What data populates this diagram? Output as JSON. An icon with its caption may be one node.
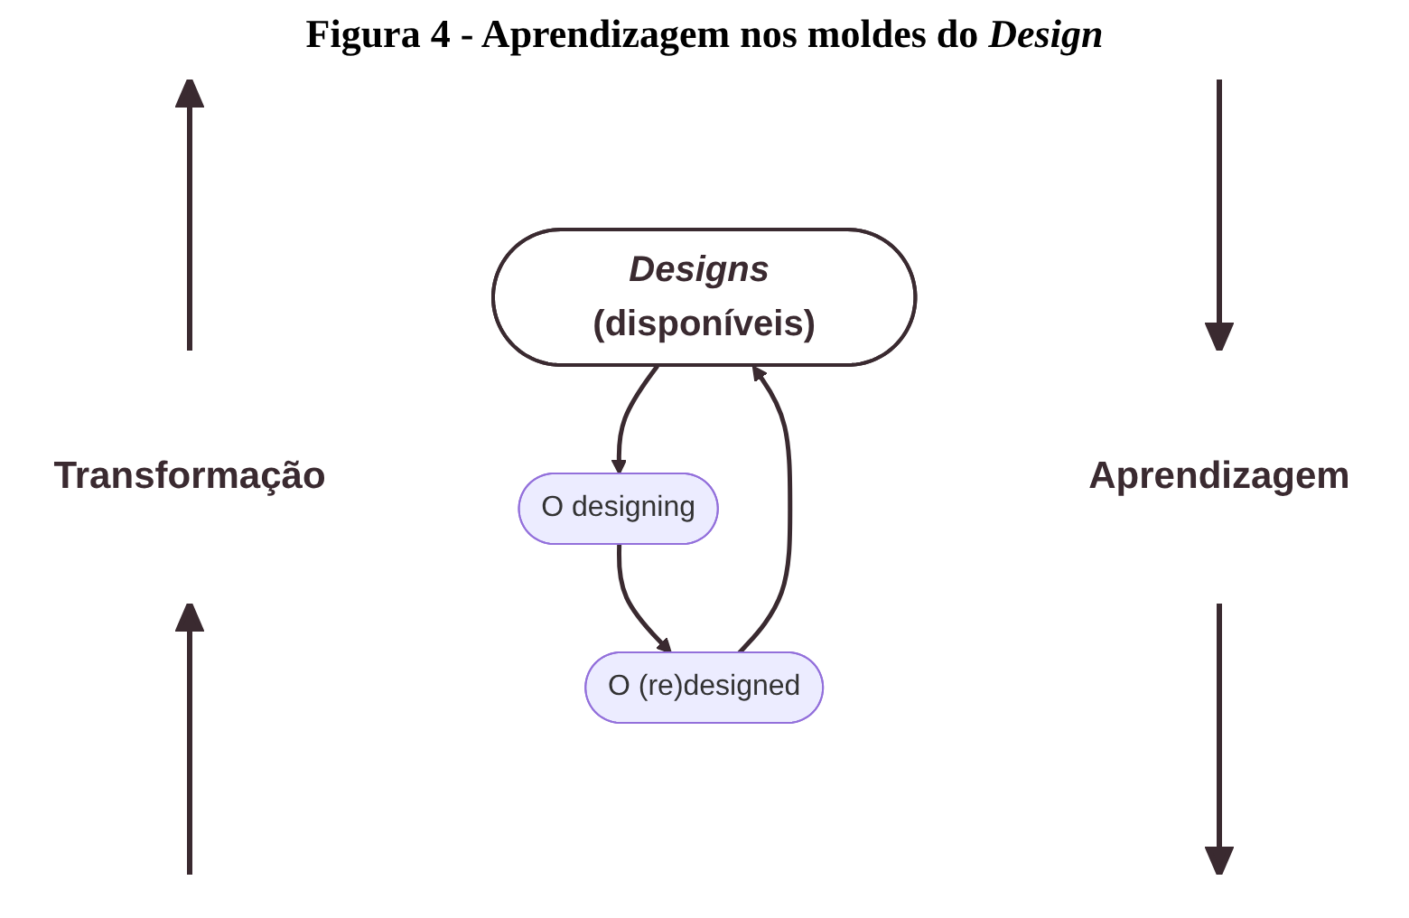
{
  "diagram": {
    "title": "Figura 4 - Aprendizagem nos moldes do *Design*",
    "nodes": [
      {
        "text": [
          "*Designs* (disponíveis)"
        ]
      },
      {
        "text": [
          "O designing"
        ]
      },
      {
        "text": [
          "O (re)designed"
        ]
      }
    ],
    "edges": [
      {
        "from": 0,
        "to": 1,
        "arrow": "to"
      },
      {
        "from": 1,
        "to": 2,
        "arrow": "to"
      },
      {
        "from": 2,
        "to": 0,
        "arrow": "to"
      }
    ],
    "labels": [
      "Transformação",
      "Aprendizagem"
    ]
  }
}
